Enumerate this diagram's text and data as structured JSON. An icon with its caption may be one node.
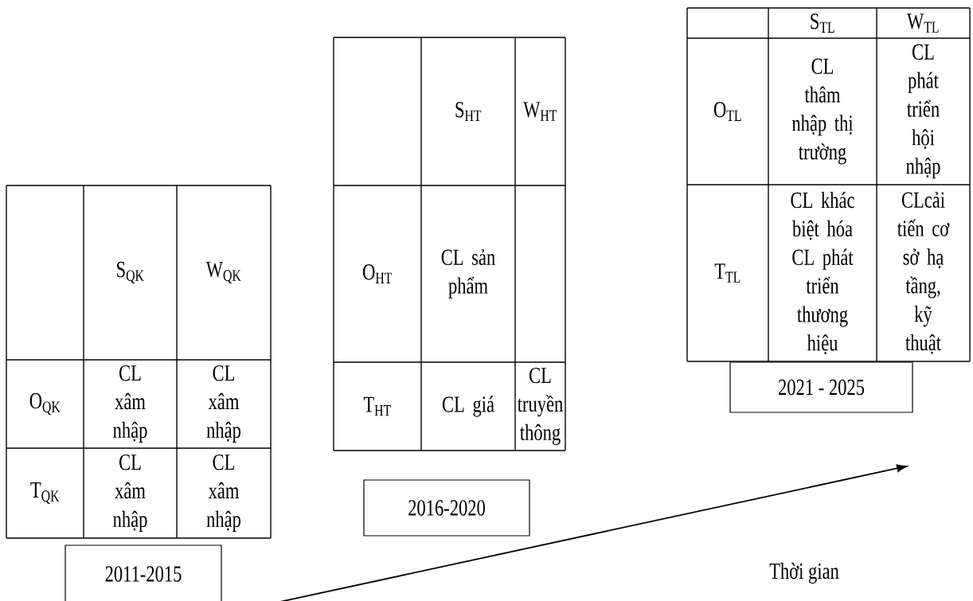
{
  "diagram": {
    "nodes": [
      {
        "text": [
          "2011-2015"
        ]
      },
      {
        "text": [
          "2016-2020"
        ]
      },
      {
        "text": [
          "2021 - 2025"
        ]
      }
    ],
    "labels": [
      "S$_{QK}$",
      "W$_{QK}$",
      "O$_{QK}$",
      "CL xâm nhập",
      "CL xâm nhập",
      "T$_{QK}$",
      "CL xâm nhập",
      "CL xâm nhập",
      "S$_{HT}$",
      "W$_{HT}$",
      "O$_{HT}$",
      "CL sản phẩm",
      "T$_{HT}$",
      "CL giá",
      "CL truyền thông",
      "S$_{TL}$",
      "W$_{TL}$",
      "O$_{TL}$",
      "CL thâm nhập thị trường",
      "CL phát triển hội nhập",
      "T$_{TL}$",
      "CL khác biệt hóa CL phát triển thương hiệu",
      "CLcải tiến cơ sở hạ tầng, kỹ thuật",
      "Thời gian"
    ]
  }
}
